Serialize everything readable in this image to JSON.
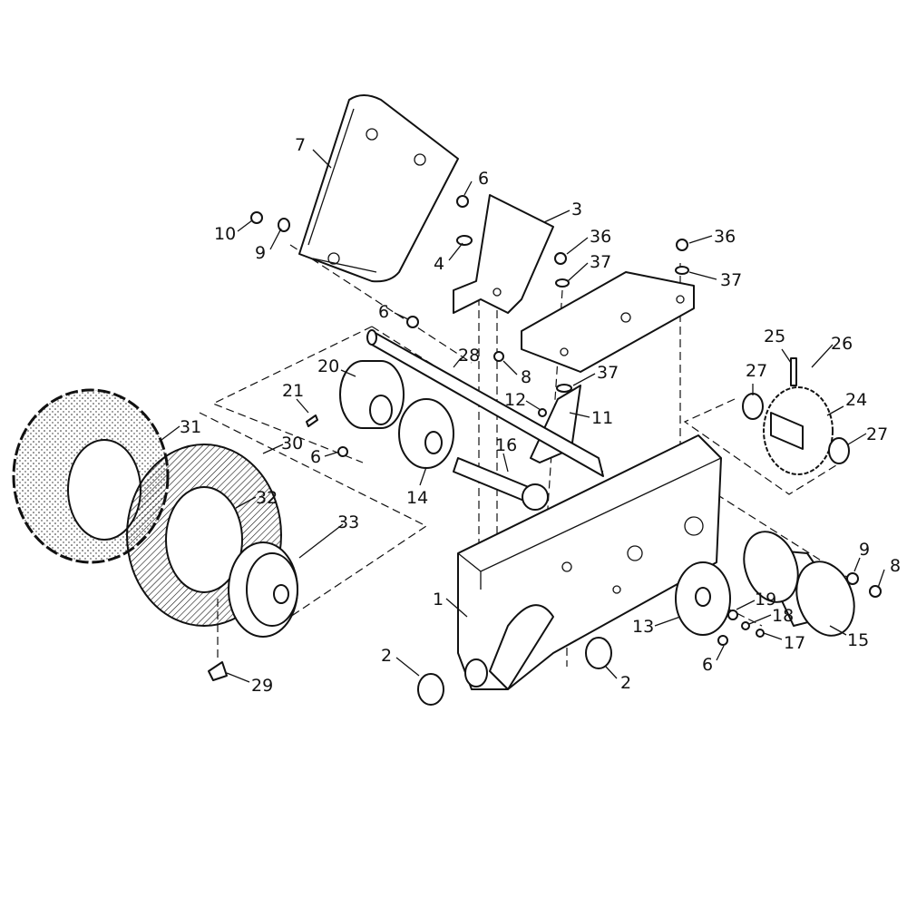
{
  "callouts": [
    "7",
    "6",
    "3",
    "10",
    "9",
    "36",
    "4",
    "37",
    "36",
    "37",
    "6",
    "28",
    "8",
    "25",
    "26",
    "20",
    "37",
    "27",
    "21",
    "12",
    "11",
    "24",
    "31",
    "30",
    "6",
    "16",
    "27",
    "32",
    "14",
    "33",
    "9",
    "8",
    "1",
    "19",
    "18",
    "13",
    "17",
    "15",
    "6",
    "2",
    "2",
    "29"
  ]
}
